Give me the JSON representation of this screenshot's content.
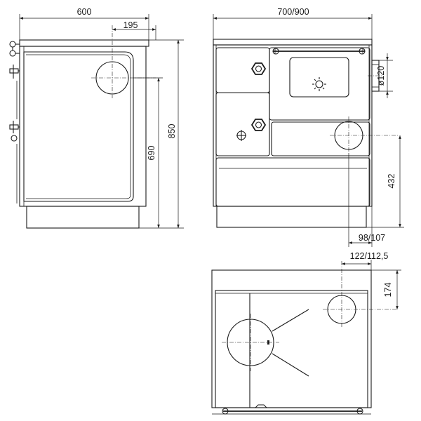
{
  "dimensions": {
    "side_width": "600",
    "side_hotplate_offset": "195",
    "side_height_total": "850",
    "side_height_body": "690",
    "front_width": "700/900",
    "flue_diameter": "ø120",
    "flue_height": "432",
    "flue_side_offset": "98/107",
    "top_flue_offset": "122/112,5",
    "top_flue_depth": "174"
  }
}
